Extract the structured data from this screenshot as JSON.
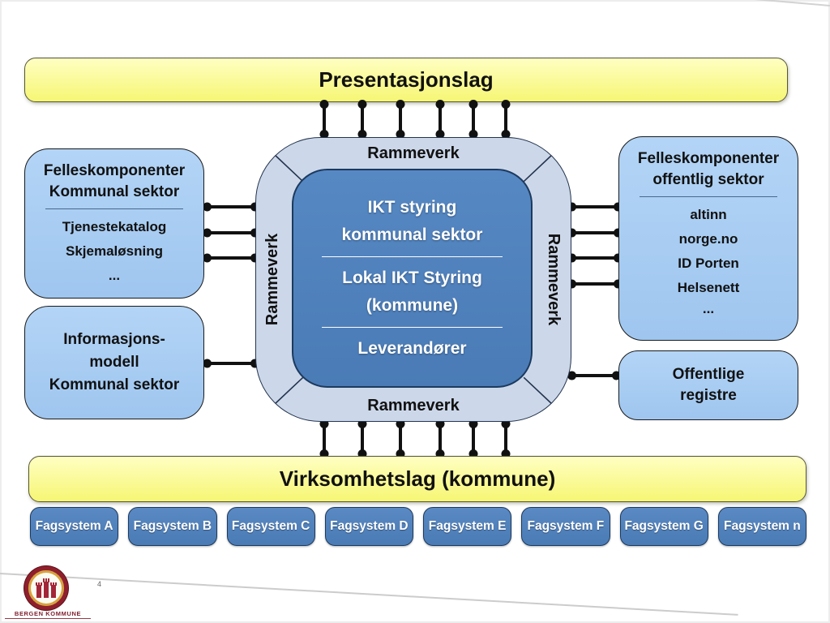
{
  "page": {
    "number": "4",
    "logo_caption": "BERGEN KOMMUNE"
  },
  "layers": {
    "presentation": "Presentasjonslag",
    "business": "Virksomhetslag (kommune)"
  },
  "framework": {
    "label_top": "Rammeverk",
    "label_bottom": "Rammeverk",
    "label_left": "Rammeverk",
    "label_right": "Rammeverk",
    "core": {
      "line1": "IKT styring",
      "line2": "kommunal sektor",
      "line3": "Lokal IKT Styring",
      "line4": "(kommune)",
      "line5": "Leverandører"
    }
  },
  "left_panel": {
    "components": {
      "title1": "Felleskomponenter",
      "title2": "Kommunal sektor",
      "items": [
        "Tjenestekatalog",
        "Skjemaløsning",
        "..."
      ]
    },
    "info_model": {
      "line1": "Informasjons-",
      "line2": "modell",
      "line3": "Kommunal sektor"
    }
  },
  "right_panel": {
    "components": {
      "title1": "Felleskomponenter",
      "title2": "offentlig sektor",
      "items": [
        "altinn",
        "norge.no",
        "ID Porten",
        "Helsenett",
        "..."
      ]
    },
    "registers": {
      "line1": "Offentlige",
      "line2": "registre"
    }
  },
  "fagsystems": [
    "Fagsystem A",
    "Fagsystem B",
    "Fagsystem C",
    "Fagsystem D",
    "Fagsystem E",
    "Fagsystem F",
    "Fagsystem G",
    "Fagsystem n"
  ],
  "colors": {
    "accent_blue": "#4f81bd",
    "light_blue": "#a6cbf2",
    "frame_blue": "#ccd8ea",
    "bar_yellow": "#fafa85",
    "connector": "#111111",
    "logo_red": "#8f1f2c",
    "logo_gold": "#d8a23c"
  }
}
